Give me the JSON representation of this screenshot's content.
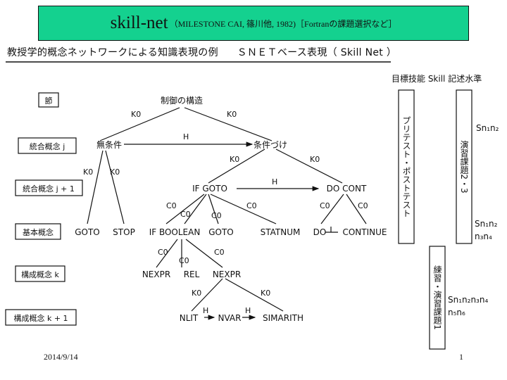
{
  "title": {
    "main": "skill-net",
    "sub": "（MILESTONE CAI, 篠川他, 1982)［Fortranの課題選択など］"
  },
  "heading": {
    "left": "教授学的概念ネットワークによる知識表現の例",
    "right": "ＳＮＥＴベース表現（ Skill Net ）"
  },
  "levels": [
    "節",
    "統合概念 j",
    "統合概念 j + 1",
    "基本概念",
    "構成概念 k",
    "構成概念 k + 1"
  ],
  "nodes": {
    "control": "制御の構造",
    "uncond": "無条件",
    "cond": "条件づけ",
    "ifgoto": "IF GOTO",
    "docont": "DO CONT",
    "goto1": "GOTO",
    "stop": "STOP",
    "ifbool": "IF BOOLEAN",
    "goto2": "GOTO",
    "statnum": "STATNUM",
    "do": "DO",
    "continue": "CONTINUE",
    "nexpr1": "NEXPR",
    "rel": "REL",
    "nexpr2": "NEXPR",
    "nlit": "NLIT",
    "nvar": "NVAR",
    "simarith": "SIMARITH"
  },
  "edges": {
    "k0": "K0",
    "h": "H",
    "c0": "C0"
  },
  "right_panel": {
    "header": "目標技能 Skill 記述水準",
    "pre_post": "プリテスト・ポストテスト",
    "exercise": "演習課題2・3",
    "practice": "練習・演習課題1",
    "sn_top": "Sn₁n₂",
    "sn_mid_1": "Sn₁n₂",
    "sn_mid_2": "n₃n₄",
    "sn_bot_1": "Sn₁n₂n₃n₄",
    "sn_bot_2": "n₅n₆"
  },
  "footer": {
    "date": "2014/9/14",
    "page": "1"
  }
}
